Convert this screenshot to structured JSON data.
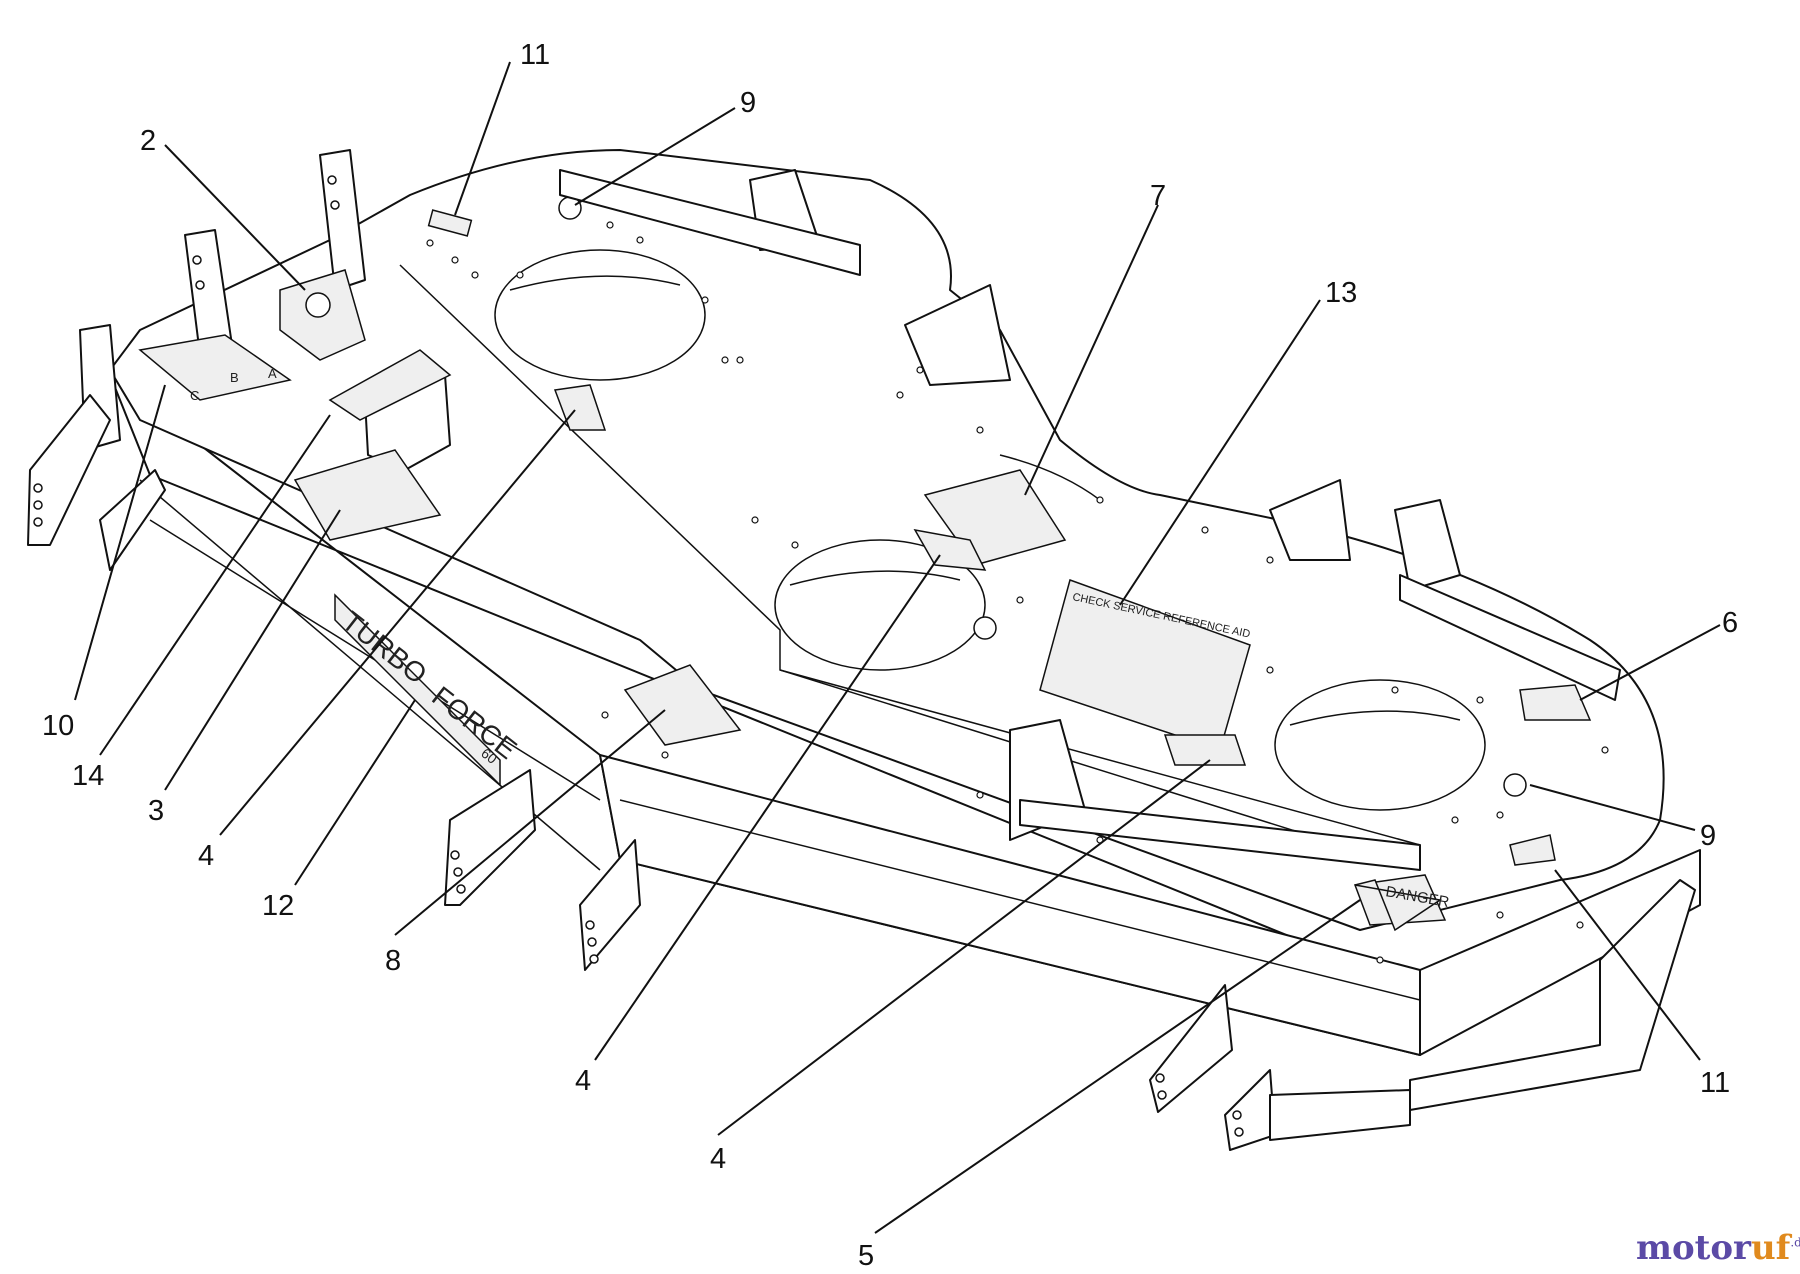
{
  "callouts": [
    {
      "label": "11"
    },
    {
      "label": "9"
    },
    {
      "label": "2"
    },
    {
      "label": "7"
    },
    {
      "label": "13"
    },
    {
      "label": "6"
    },
    {
      "label": "9"
    },
    {
      "label": "10"
    },
    {
      "label": "14"
    },
    {
      "label": "3"
    },
    {
      "label": "4"
    },
    {
      "label": "12"
    },
    {
      "label": "8"
    },
    {
      "label": "4"
    },
    {
      "label": "4"
    },
    {
      "label": "5"
    },
    {
      "label": "11"
    }
  ],
  "deck_text": {
    "danger": "DANGER",
    "check_service": "CHECK SERVICE REFERENCE AID",
    "turbo": "TURBO",
    "force": "FORCE",
    "size": "60",
    "abc": [
      "A",
      "B",
      "C"
    ]
  },
  "brand": {
    "name_a": "motor",
    "name_b": "uf",
    "tld": ".de"
  }
}
